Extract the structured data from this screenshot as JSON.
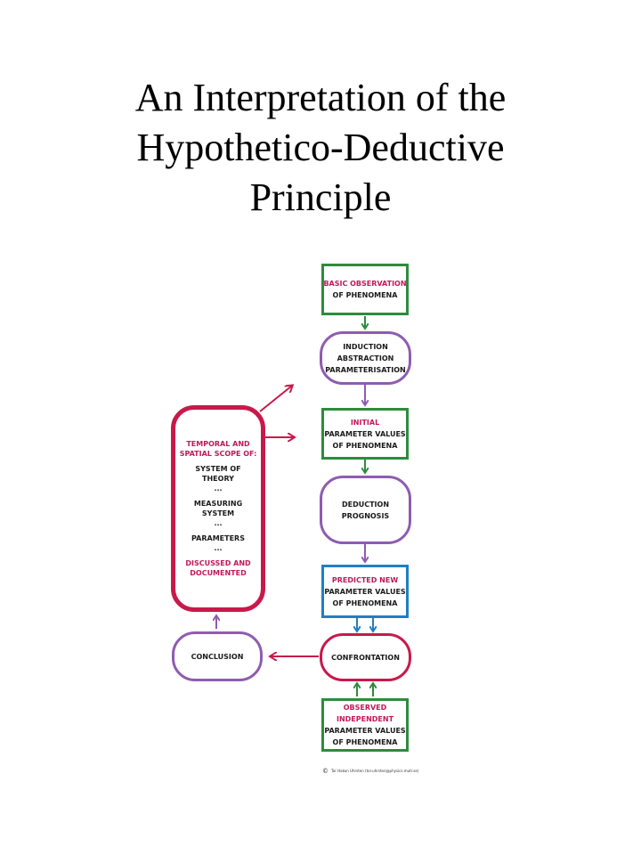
{
  "title": {
    "lines": [
      "An Interpretation of the",
      "Hypothetico-Deductive",
      "Principle"
    ]
  },
  "colors": {
    "green": "#2e8b3e",
    "purple": "#8e5cb0",
    "blue": "#1f7fc4",
    "red": "#c8194b",
    "accent_text": "#c2185b"
  },
  "nodes": {
    "basic_observation": {
      "line1": "BASIC OBSERVATION",
      "line2": "OF PHENOMENA"
    },
    "induction": {
      "line1": "INDUCTION",
      "line2": "ABSTRACTION",
      "line3": "PARAMETERISATION"
    },
    "initial": {
      "line1": "INITIAL",
      "line2": "PARAMETER  VALUES",
      "line3": "OF PHENOMENA"
    },
    "deduction": {
      "line1": "DEDUCTION",
      "line2": "PROGNOSIS"
    },
    "predicted": {
      "line1": "PREDICTED NEW",
      "line2": "PARAMETER VALUES",
      "line3": "OF PHENOMENA"
    },
    "confrontation": {
      "label": "CONFRONTATION"
    },
    "observed": {
      "line1": "OBSERVED",
      "line2": "INDEPENDENT",
      "line3": "PARAMETER VALUES",
      "line4": "OF PHENOMENA"
    },
    "conclusion": {
      "label": "CONCLUSION"
    },
    "scope": {
      "heading1": "TEMPORAL  AND",
      "heading2": "SPATIAL SCOPE OF:",
      "item1a": "SYSTEM OF",
      "item1b": "THEORY",
      "sep1": "...",
      "item2a": "MEASURING",
      "item2b": "SYSTEM",
      "sep2": "...",
      "item3": "PARAMETERS",
      "sep3": "...",
      "footer1": "DISCUSSED AND",
      "footer2": "DOCUMENTED"
    }
  },
  "footnote": {
    "symbol": "©",
    "text": "Tor Hakon Uhrsten (tor.uhrsten@physics.mutr.se)"
  }
}
